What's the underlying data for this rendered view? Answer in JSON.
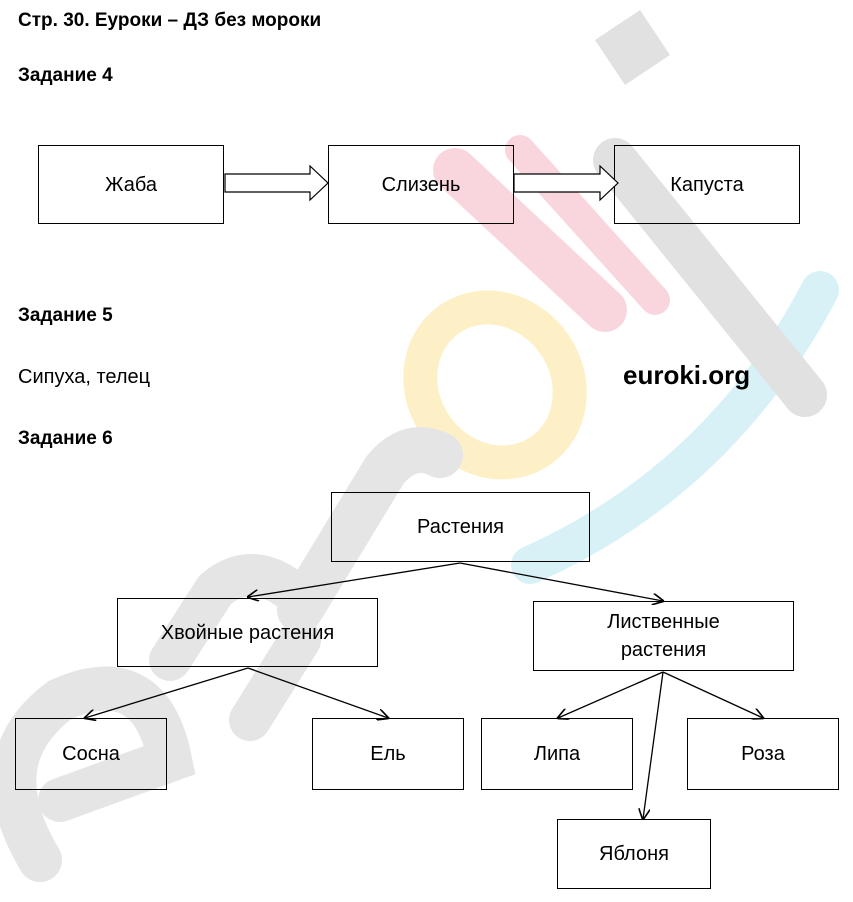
{
  "page": {
    "title": "Стр. 30. Еуроки – ДЗ без мороки",
    "watermark_text": "euroki",
    "site_label": "euroki.org"
  },
  "task4": {
    "heading": "Задание 4",
    "chain": [
      "Жаба",
      "Слизень",
      "Капуста"
    ]
  },
  "task5": {
    "heading": "Задание 5",
    "answer": "Сипуха, телец"
  },
  "task6": {
    "heading": "Задание 6",
    "root": "Растения",
    "conifers": "Хвойные растения",
    "deciduous_line1": "Лиственные",
    "deciduous_line2": "растения",
    "pine": "Сосна",
    "spruce": "Ель",
    "linden": "Липа",
    "rose": "Роза",
    "apple": "Яблоня"
  }
}
